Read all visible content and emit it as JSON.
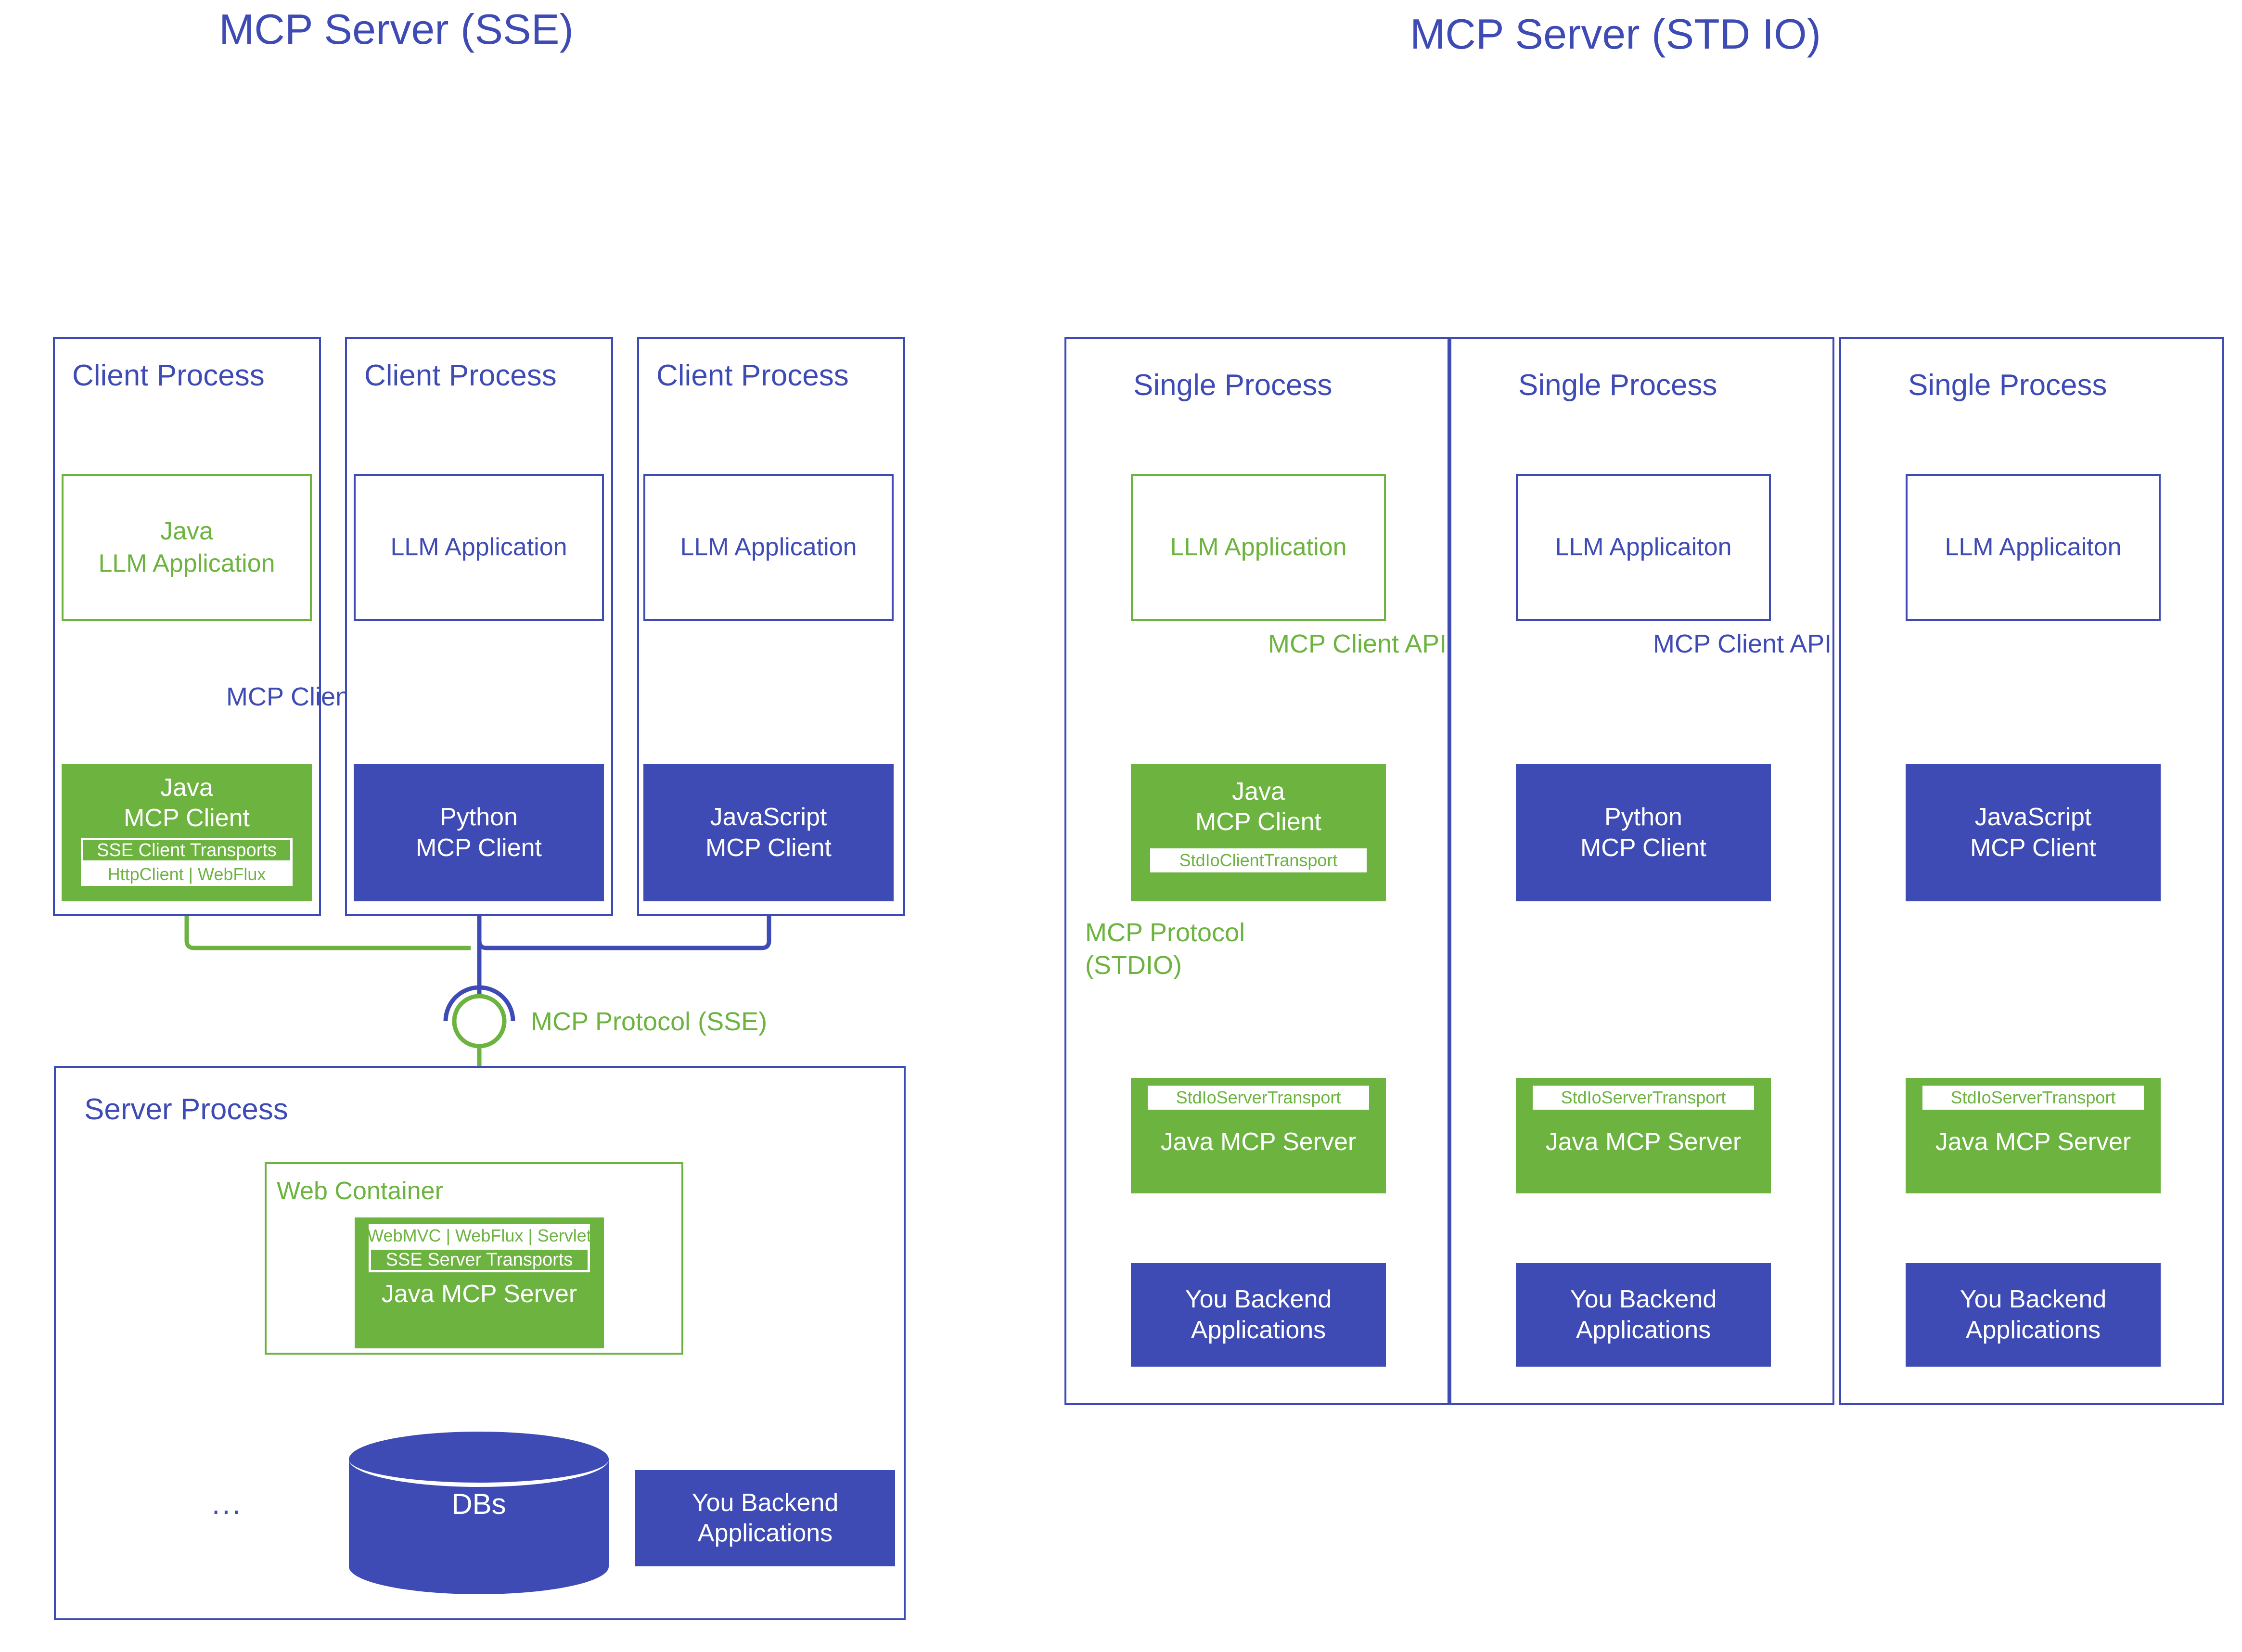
{
  "colors": {
    "green": "#6CB33F",
    "blue": "#3F4BB5",
    "white": "#FFFFFF",
    "background": "#FFFFFF"
  },
  "titles": {
    "left": "MCP Server (SSE)",
    "right": "MCP Server (STD IO)"
  },
  "left_panel": {
    "client_processes": [
      {
        "frame_label": "Client Process",
        "app_box": {
          "line1": "Java",
          "line2": "LLM Application",
          "style": "green-outline"
        },
        "api_label": "MCP Client API",
        "client_box": {
          "line1": "Java",
          "line2": "MCP Client",
          "style": "green-fill",
          "band_outline": "SSE Client Transports",
          "band_white": "HttpClient | WebFlux"
        }
      },
      {
        "frame_label": "Client Process",
        "app_box": {
          "line1": "LLM Application",
          "line2": "",
          "style": "blue-outline"
        },
        "api_label": "",
        "client_box": {
          "line1": "Python",
          "line2": "MCP Client",
          "style": "blue-fill",
          "band_outline": "",
          "band_white": ""
        }
      },
      {
        "frame_label": "Client Process",
        "app_box": {
          "line1": "LLM Application",
          "line2": "",
          "style": "blue-outline"
        },
        "api_label": "",
        "client_box": {
          "line1": "JavaScript",
          "line2": "MCP Client",
          "style": "blue-fill",
          "band_outline": "",
          "band_white": ""
        }
      }
    ],
    "protocol_label": "MCP Protocol (SSE)",
    "server_process": {
      "frame_label": "Server Process",
      "web_container_label": "Web Container",
      "server_box": {
        "band_white": "WebMVC | WebFlux | Servlet",
        "band_outline": "SSE Server Transports",
        "title": "Java MCP Server"
      },
      "ellipsis": "...",
      "db_label": "DBs",
      "backend_box": {
        "line1": "You Backend",
        "line2": "Applications"
      }
    }
  },
  "right_panel": {
    "single_processes": [
      {
        "frame_label": "Single Process",
        "app_box": {
          "line1": "LLM Application",
          "style": "green-outline"
        },
        "api_label": "MCP Client API",
        "api_label_color": "green",
        "client_box": {
          "line1": "Java",
          "line2": "MCP Client",
          "style": "green-fill",
          "band_white": "StdIoClientTransport"
        },
        "protocol_label_line1": "MCP Protocol",
        "protocol_label_line2": "(STDIO)",
        "server_box": {
          "band_white": "StdIoServerTransport",
          "title": "Java MCP Server"
        },
        "backend_box": {
          "line1": "You Backend",
          "line2": "Applications"
        }
      },
      {
        "frame_label": "Single Process",
        "app_box": {
          "line1": "LLM Applicaiton",
          "style": "blue-outline"
        },
        "api_label": "MCP Client API",
        "api_label_color": "blue",
        "client_box": {
          "line1": "Python",
          "line2": "MCP Client",
          "style": "blue-fill",
          "band_white": ""
        },
        "protocol_label_line1": "",
        "protocol_label_line2": "",
        "server_box": {
          "band_white": "StdIoServerTransport",
          "title": "Java MCP Server"
        },
        "backend_box": {
          "line1": "You Backend",
          "line2": "Applications"
        }
      },
      {
        "frame_label": "Single Process",
        "app_box": {
          "line1": "LLM Applicaiton",
          "style": "blue-outline"
        },
        "api_label": "",
        "api_label_color": "blue",
        "client_box": {
          "line1": "JavaScript",
          "line2": "MCP Client",
          "style": "blue-fill",
          "band_white": ""
        },
        "protocol_label_line1": "",
        "protocol_label_line2": "",
        "server_box": {
          "band_white": "StdIoServerTransport",
          "title": "Java MCP Server"
        },
        "backend_box": {
          "line1": "You Backend",
          "line2": "Applications"
        }
      }
    ]
  }
}
